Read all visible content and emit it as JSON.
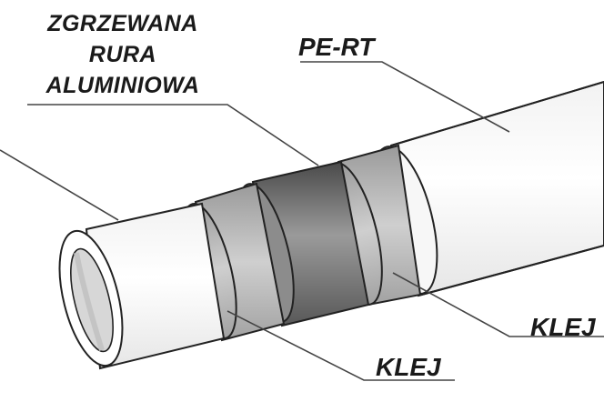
{
  "labels": {
    "aluminium_line1": "ZGRZEWANA",
    "aluminium_line2": "RURA",
    "aluminium_line3": "ALUMINIOWA",
    "outer_layer": "PE-RT",
    "adhesive_right": "KLEJ",
    "adhesive_bottom": "KLEJ"
  },
  "colors": {
    "pipe_white": "#ffffff",
    "pipe_outline": "#222222",
    "adhesive_gray": "#b9b9b9",
    "aluminium_dark": "#7a7a7a",
    "leader_line": "#444444"
  }
}
